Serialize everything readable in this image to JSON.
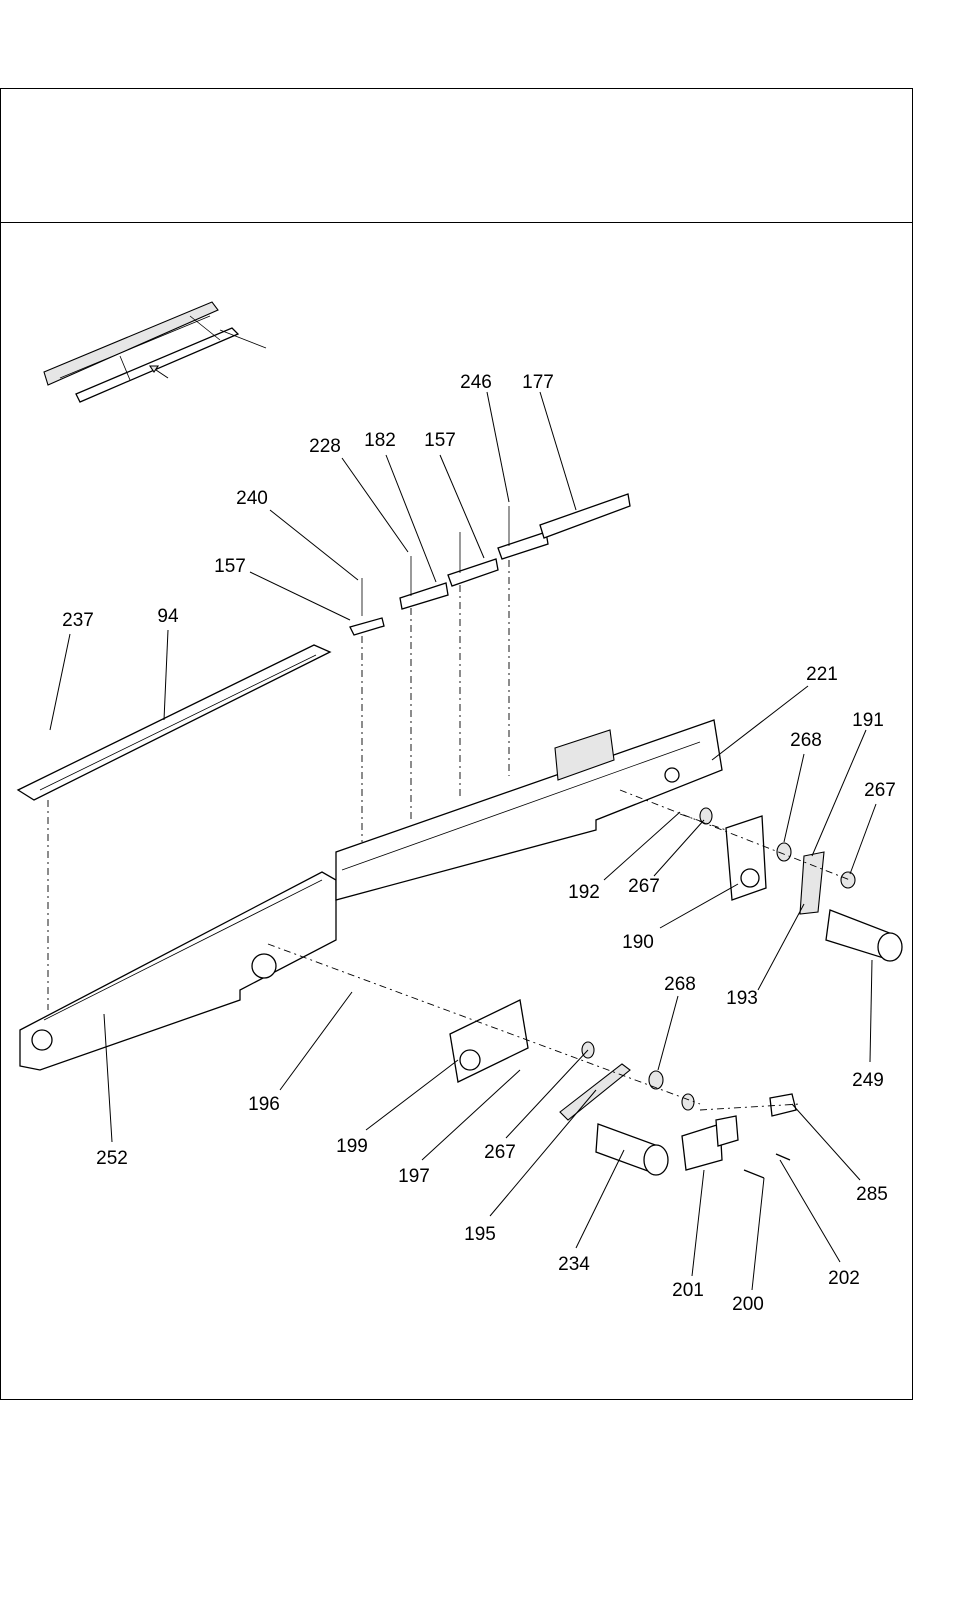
{
  "frame": {
    "header_text": ""
  },
  "callouts": [
    {
      "id": "246",
      "label": "246"
    },
    {
      "id": "177",
      "label": "177"
    },
    {
      "id": "228",
      "label": "228"
    },
    {
      "id": "182",
      "label": "182"
    },
    {
      "id": "157a",
      "label": "157"
    },
    {
      "id": "240",
      "label": "240"
    },
    {
      "id": "157b",
      "label": "157"
    },
    {
      "id": "237",
      "label": "237"
    },
    {
      "id": "94",
      "label": "94"
    },
    {
      "id": "221",
      "label": "221"
    },
    {
      "id": "191",
      "label": "191"
    },
    {
      "id": "268a",
      "label": "268"
    },
    {
      "id": "267a",
      "label": "267"
    },
    {
      "id": "192",
      "label": "192"
    },
    {
      "id": "267b",
      "label": "267"
    },
    {
      "id": "190",
      "label": "190"
    },
    {
      "id": "193",
      "label": "193"
    },
    {
      "id": "249",
      "label": "249"
    },
    {
      "id": "268b",
      "label": "268"
    },
    {
      "id": "196",
      "label": "196"
    },
    {
      "id": "199",
      "label": "199"
    },
    {
      "id": "252",
      "label": "252"
    },
    {
      "id": "197",
      "label": "197"
    },
    {
      "id": "267c",
      "label": "267"
    },
    {
      "id": "285",
      "label": "285"
    },
    {
      "id": "195",
      "label": "195"
    },
    {
      "id": "234",
      "label": "234"
    },
    {
      "id": "202",
      "label": "202"
    },
    {
      "id": "201",
      "label": "201"
    },
    {
      "id": "200",
      "label": "200"
    }
  ]
}
